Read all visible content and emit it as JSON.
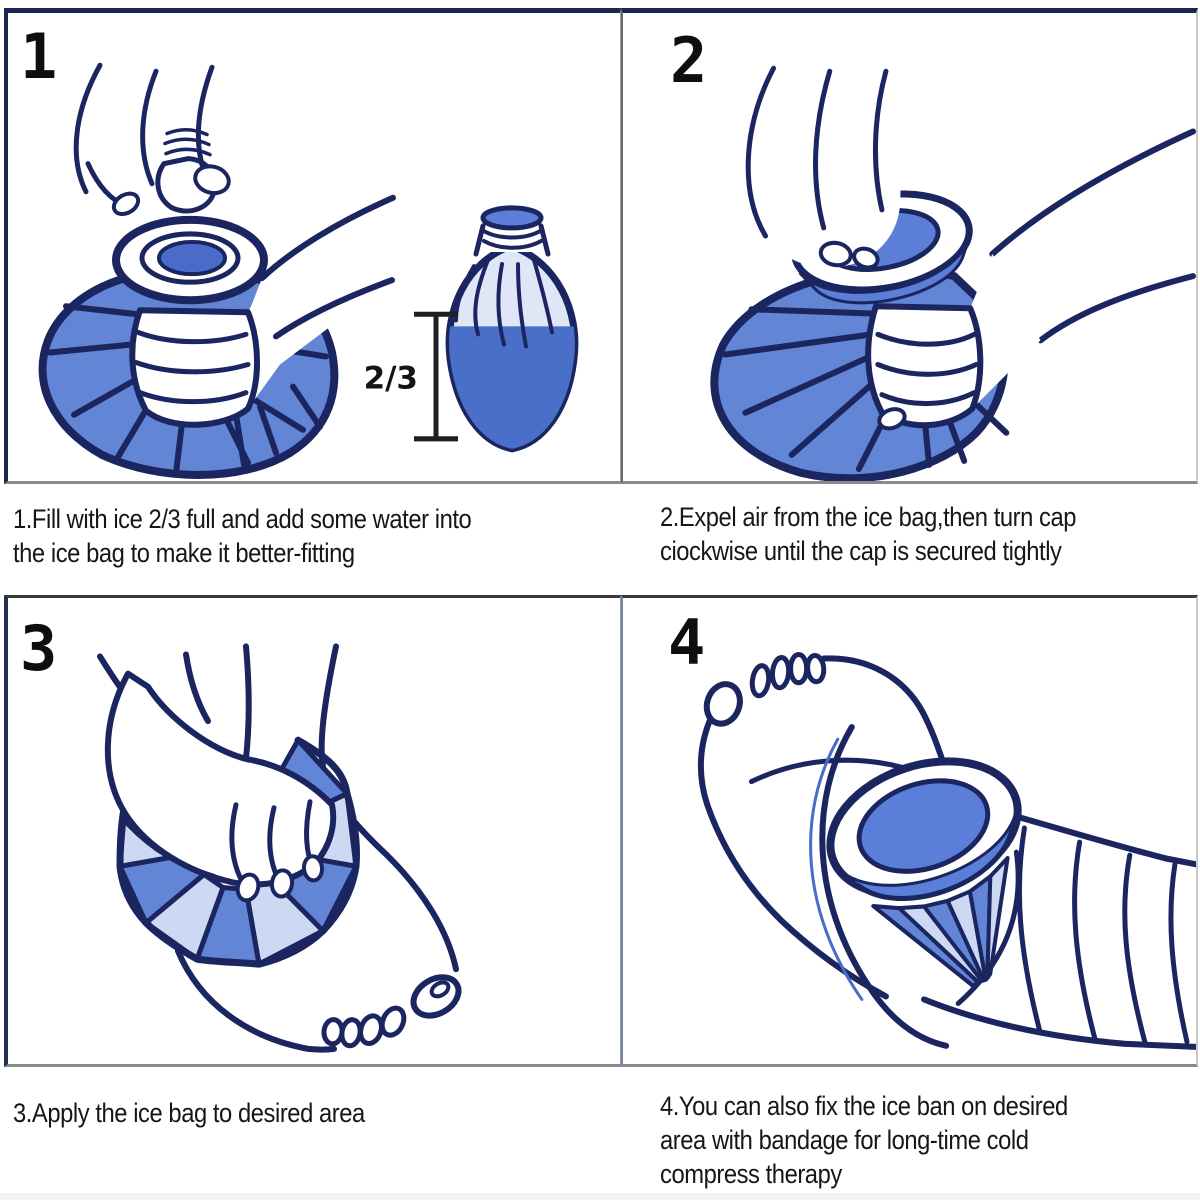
{
  "colors": {
    "line_navy": "#1b2660",
    "bag_blue": "#6285d6",
    "bag_blue_light": "#93aae3",
    "water_blue": "#4a6fc9",
    "cap_mouth_blue": "#5b7ed8",
    "pale_blue": "#cdd9f2",
    "frame_border_navy": "#1c2750",
    "frame_border_gray": "#8a8a8a",
    "caption_text": "#161616"
  },
  "panels": [
    {
      "number": "1",
      "fill_level_label": "2/3",
      "caption_line1": "1.Fill with ice 2/3 full and add some water into",
      "caption_line2": "the ice bag to make it better-fitting"
    },
    {
      "number": "2",
      "caption_line1": "2.Expel air from the ice bag,then turn cap",
      "caption_line2": "ciockwise until the cap is secured tightly"
    },
    {
      "number": "3",
      "caption_line1": "3.Apply the ice bag to desired area"
    },
    {
      "number": "4",
      "caption_line1": "4.You can also fix the ice ban on desired",
      "caption_line2": "area with bandage for long-time cold",
      "caption_line3": "compress therapy"
    }
  ]
}
